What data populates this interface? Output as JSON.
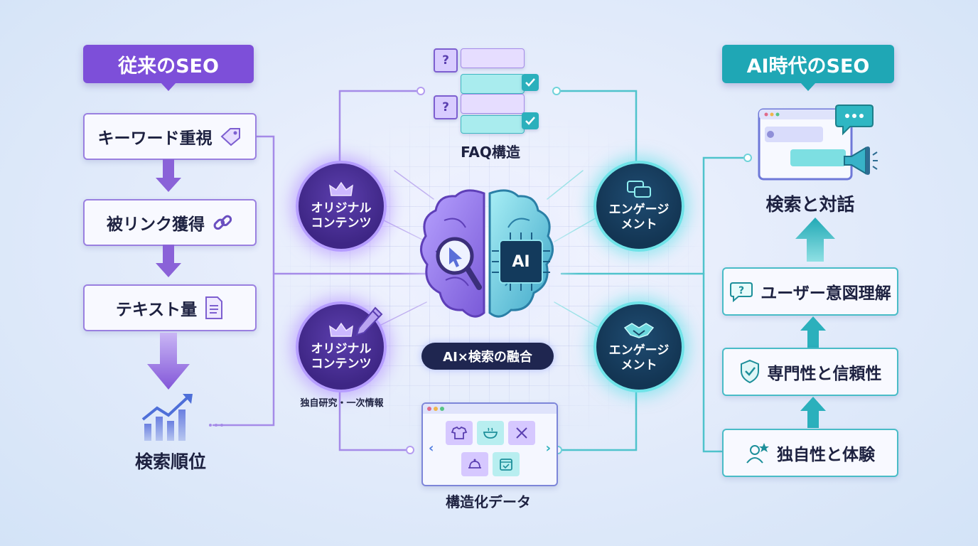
{
  "left": {
    "header": "従来のSEO",
    "items": [
      "キーワード重視",
      "被リンク獲得",
      "テキスト量"
    ],
    "result": "検索順位"
  },
  "right": {
    "header": "AI時代のSEO",
    "top_label": "検索と対話",
    "items": [
      "ユーザー意図理解",
      "専門性と信頼性",
      "独自性と体験"
    ]
  },
  "center": {
    "faq_label": "FAQ構造",
    "faq_marks": [
      "?",
      "?"
    ],
    "ai_chip": "AI",
    "hub_label": "AI×検索の融合",
    "structured_label": "構造化データ",
    "circle_top_left": "オリジナル\nコンテンツ",
    "circle_bottom_left": "オリジナル\nコンテンツ",
    "circle_top_right": "エンゲージ\nメント",
    "circle_bottom_right": "エンゲージ\nメント",
    "bottom_left_caption": "独自研究・一次情報"
  },
  "colors": {
    "purple": "#7d4fd9",
    "teal": "#1fa7b5",
    "purple_line": "#a58be8",
    "teal_line": "#4fc3cc"
  },
  "icons": [
    "tag-icon",
    "link-icon",
    "document-icon",
    "growth-chart-icon",
    "crown-icon",
    "pencil-icon",
    "chat-icon",
    "handshake-icon",
    "brain-icon",
    "magnifier-icon",
    "ai-chip-icon",
    "question-icon",
    "check-icon",
    "browser-window-icon",
    "megaphone-icon",
    "shield-icon",
    "user-star-icon",
    "arrow-up-icon",
    "arrow-down-icon"
  ]
}
